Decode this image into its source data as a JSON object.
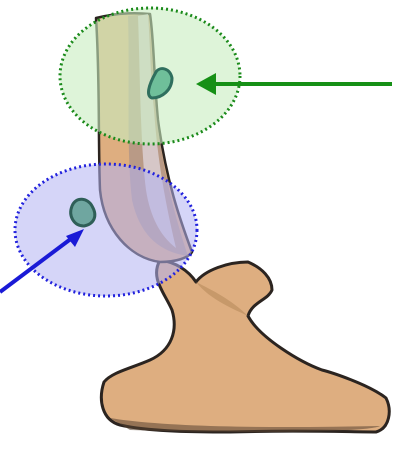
{
  "figure": {
    "background": "#ffffff",
    "illustration": {
      "subject": "drawn-bone-shaft-with-notched-base",
      "bone_fill": "#deae80",
      "bone_outline": "#2b2420",
      "shaft_shadow": "#9b8a8a",
      "cortex_highlight": "#e9e6f3"
    },
    "highlights": [
      {
        "id": "upper",
        "color": "#1a8a1a",
        "fill": "#c8ecc0",
        "border_style": "dotted",
        "marked_feature": "small-teal-nodule-on-shaft"
      },
      {
        "id": "lower",
        "color": "#2222dd",
        "fill": "#b3b3f2",
        "border_style": "dotted",
        "marked_feature": "small-teal-nodule-on-shaft"
      }
    ],
    "arrows": [
      {
        "id": "upper-arrow",
        "color": "#169016",
        "points_to": "upper",
        "direction": "left"
      },
      {
        "id": "lower-arrow",
        "color": "#1a1ad6",
        "points_to": "lower",
        "direction": "up-right"
      }
    ],
    "nodule_color": "#3a8a7a"
  }
}
